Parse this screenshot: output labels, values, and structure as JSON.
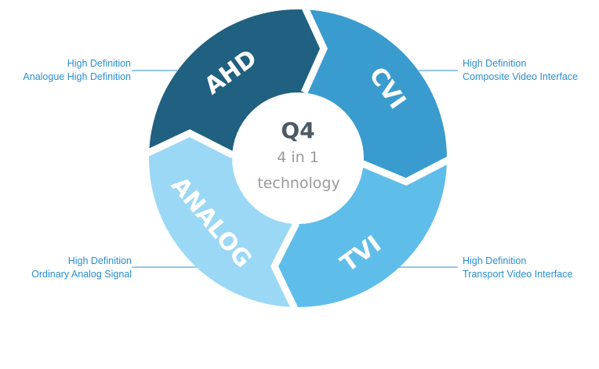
{
  "center": {
    "title": "Q4",
    "subtitle": "4 in 1",
    "caption": "technology"
  },
  "segments": [
    {
      "label": "AHD",
      "color": "#206080"
    },
    {
      "label": "CVI",
      "color": "#3a9bcf"
    },
    {
      "label": "TVI",
      "color": "#5fbdea"
    },
    {
      "label": "ANALOG",
      "color": "#9bd8f5"
    }
  ],
  "descriptions": {
    "ahd": {
      "line1": "High Definition",
      "line2": "Analogue High Definition"
    },
    "cvi": {
      "line1": "High Definition",
      "line2": "Composite Video Interface"
    },
    "tvi": {
      "line1": "High Definition",
      "line2": "Transport Video Interface"
    },
    "analog": {
      "line1": "High Definition",
      "line2": "Ordinary Analog Signal"
    }
  },
  "colors": {
    "accent": "#2a8fd0",
    "title": "#4a5a66",
    "subtitle": "#9a9a9a"
  }
}
